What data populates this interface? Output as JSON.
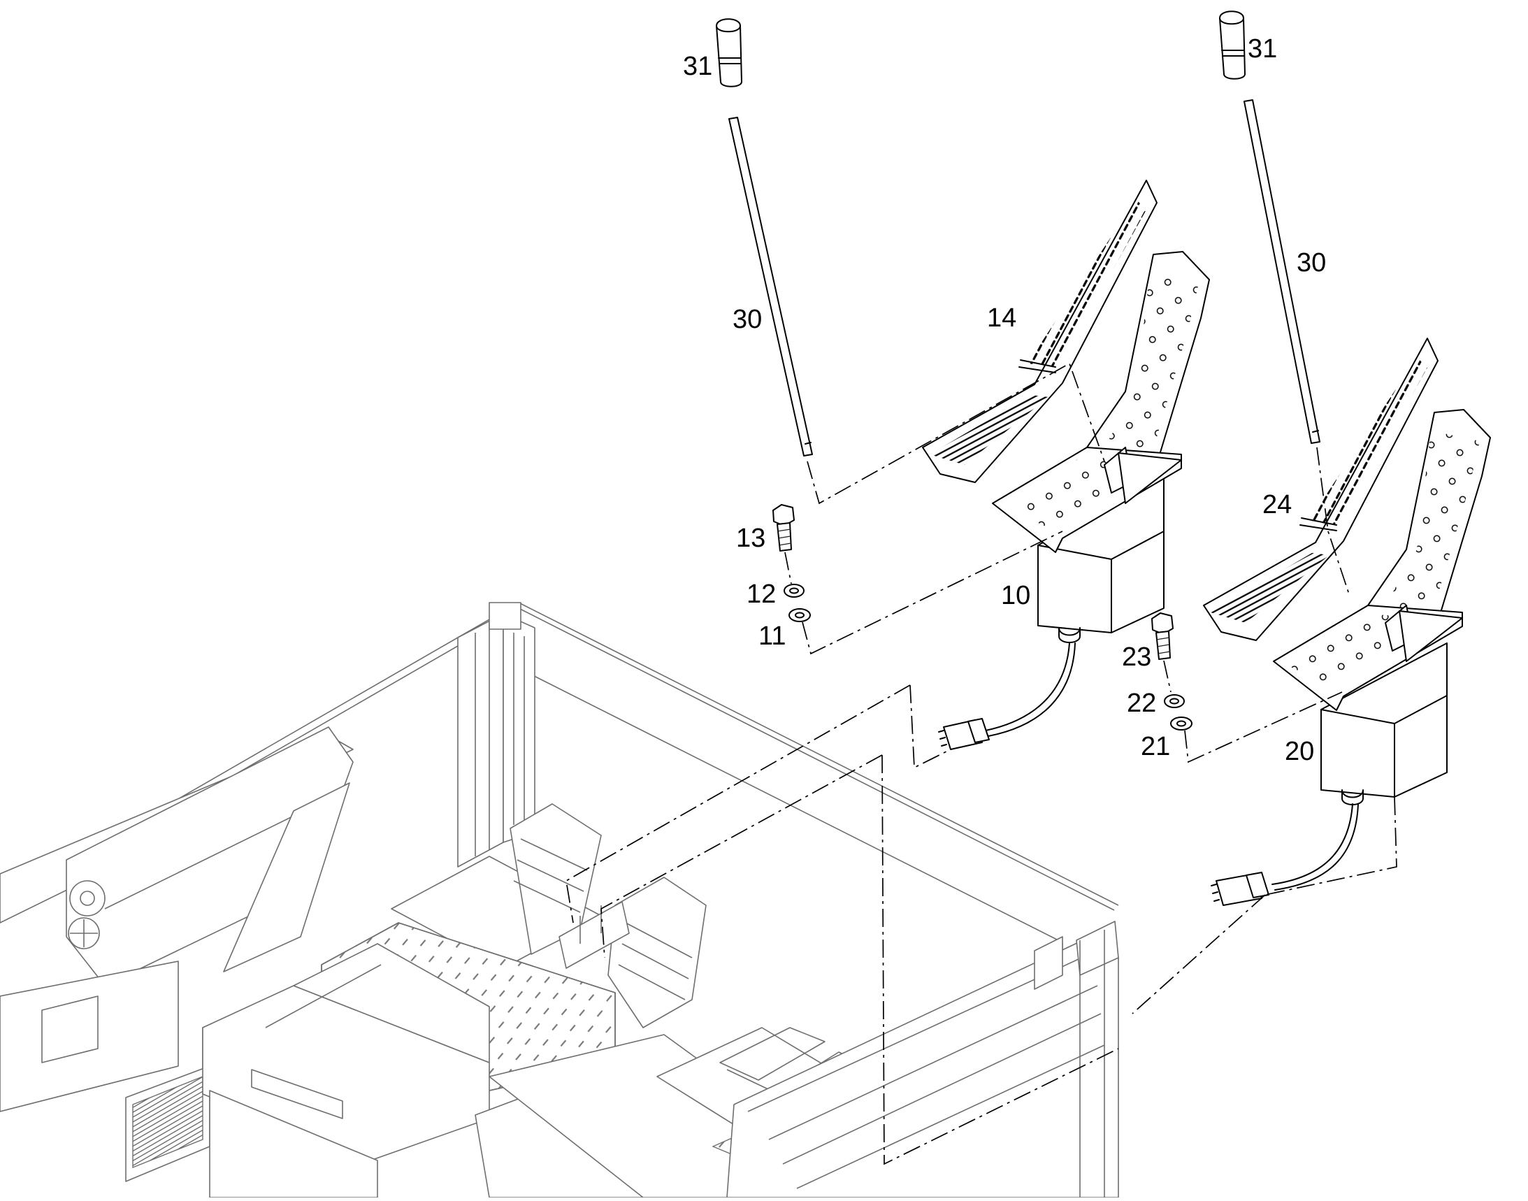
{
  "diagram": {
    "callouts": [
      {
        "key": "31",
        "text": "31"
      },
      {
        "key": "31",
        "text": "31"
      },
      {
        "key": "30",
        "text": "30"
      },
      {
        "key": "30",
        "text": "30"
      },
      {
        "key": "14",
        "text": "14"
      },
      {
        "key": "24",
        "text": "24"
      },
      {
        "key": "13",
        "text": "13"
      },
      {
        "key": "12",
        "text": "12"
      },
      {
        "key": "11",
        "text": "11"
      },
      {
        "key": "10",
        "text": "10"
      },
      {
        "key": "23",
        "text": "23"
      },
      {
        "key": "22",
        "text": "22"
      },
      {
        "key": "21",
        "text": "21"
      },
      {
        "key": "20",
        "text": "20"
      }
    ],
    "parts": [
      {
        "id": "knob",
        "icon": "knob-icon"
      },
      {
        "id": "rod",
        "icon": "rod-icon"
      },
      {
        "id": "pedal-assembly",
        "icon": "pedal-icon"
      },
      {
        "id": "bolt",
        "icon": "bolt-icon"
      },
      {
        "id": "washer",
        "icon": "washer-icon"
      },
      {
        "id": "sensor-housing",
        "icon": "housing-icon"
      },
      {
        "id": "connector",
        "icon": "connector-icon"
      }
    ]
  }
}
